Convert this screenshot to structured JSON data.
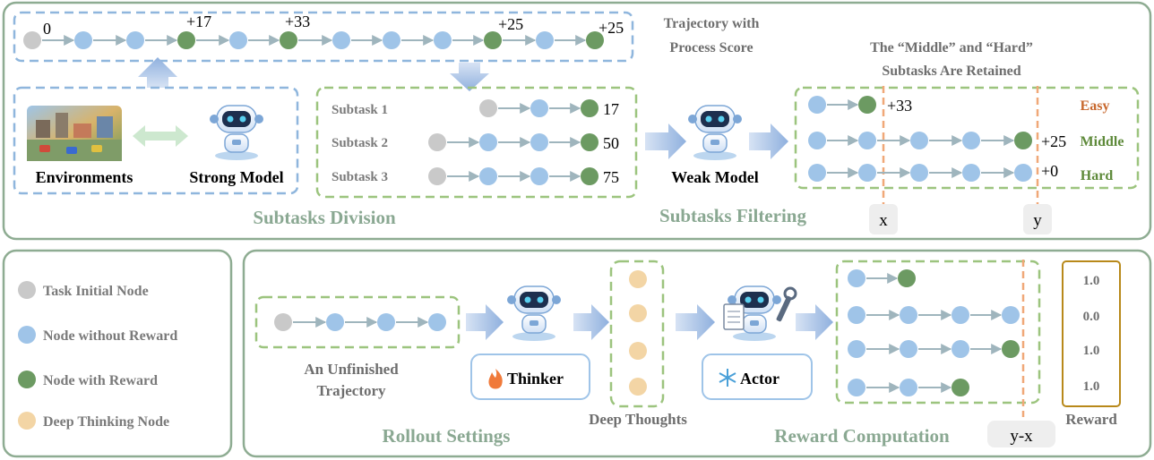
{
  "top_section": {
    "trajectory": {
      "scores": [
        "0",
        "+17",
        "+33",
        "+25",
        "+25"
      ],
      "caption_line1": "Trajectory with",
      "caption_line2": "Process Score"
    },
    "division": {
      "env_label": "Environments",
      "strong_label": "Strong Model",
      "subtask_labels": [
        "Subtask 1",
        "Subtask 2",
        "Subtask 3"
      ],
      "subtask_scores": [
        "17",
        "50",
        "75"
      ],
      "title": "Subtasks Division"
    },
    "weak_label": "Weak Model",
    "filtering": {
      "header_line1": "The “Middle” and “Hard”",
      "header_line2": "Subtasks Are Retained",
      "row_scores": [
        "+33",
        "+25",
        "+0"
      ],
      "difficulty": [
        "Easy",
        "Middle",
        "Hard"
      ],
      "x_label": "x",
      "y_label": "y",
      "title": "Subtasks Filtering"
    }
  },
  "legend": {
    "items": [
      "Task Initial Node",
      "Node without Reward",
      "Node with Reward",
      "Deep Thinking Node"
    ]
  },
  "rollout": {
    "unfinished_line1": "An Unfinished",
    "unfinished_line2": "Trajectory",
    "thinker_label": "Thinker",
    "deep_thoughts_label": "Deep Thoughts",
    "actor_label": "Actor",
    "title": "Rollout Settings",
    "reward_computation_title": "Reward Computation",
    "yx_label": "y-x",
    "rewards": [
      "1.0",
      "0.0",
      "1.0",
      "1.0"
    ],
    "reward_label": "Reward"
  },
  "colors": {
    "gray_node": "#c9c9c9",
    "blue_node": "#9fc4e8",
    "green_node": "#6c9a62",
    "thinking_node": "#f3d5a5",
    "green_dash": "#9cc47e",
    "blue_dash": "#8fb6dd",
    "panel_border": "#8eac92",
    "accent_title": "#8aa892",
    "easy": "#c8692f",
    "middle_hard": "#5e8a3a",
    "orange_dash": "#f0a878",
    "reward_box": "#b8891a"
  }
}
